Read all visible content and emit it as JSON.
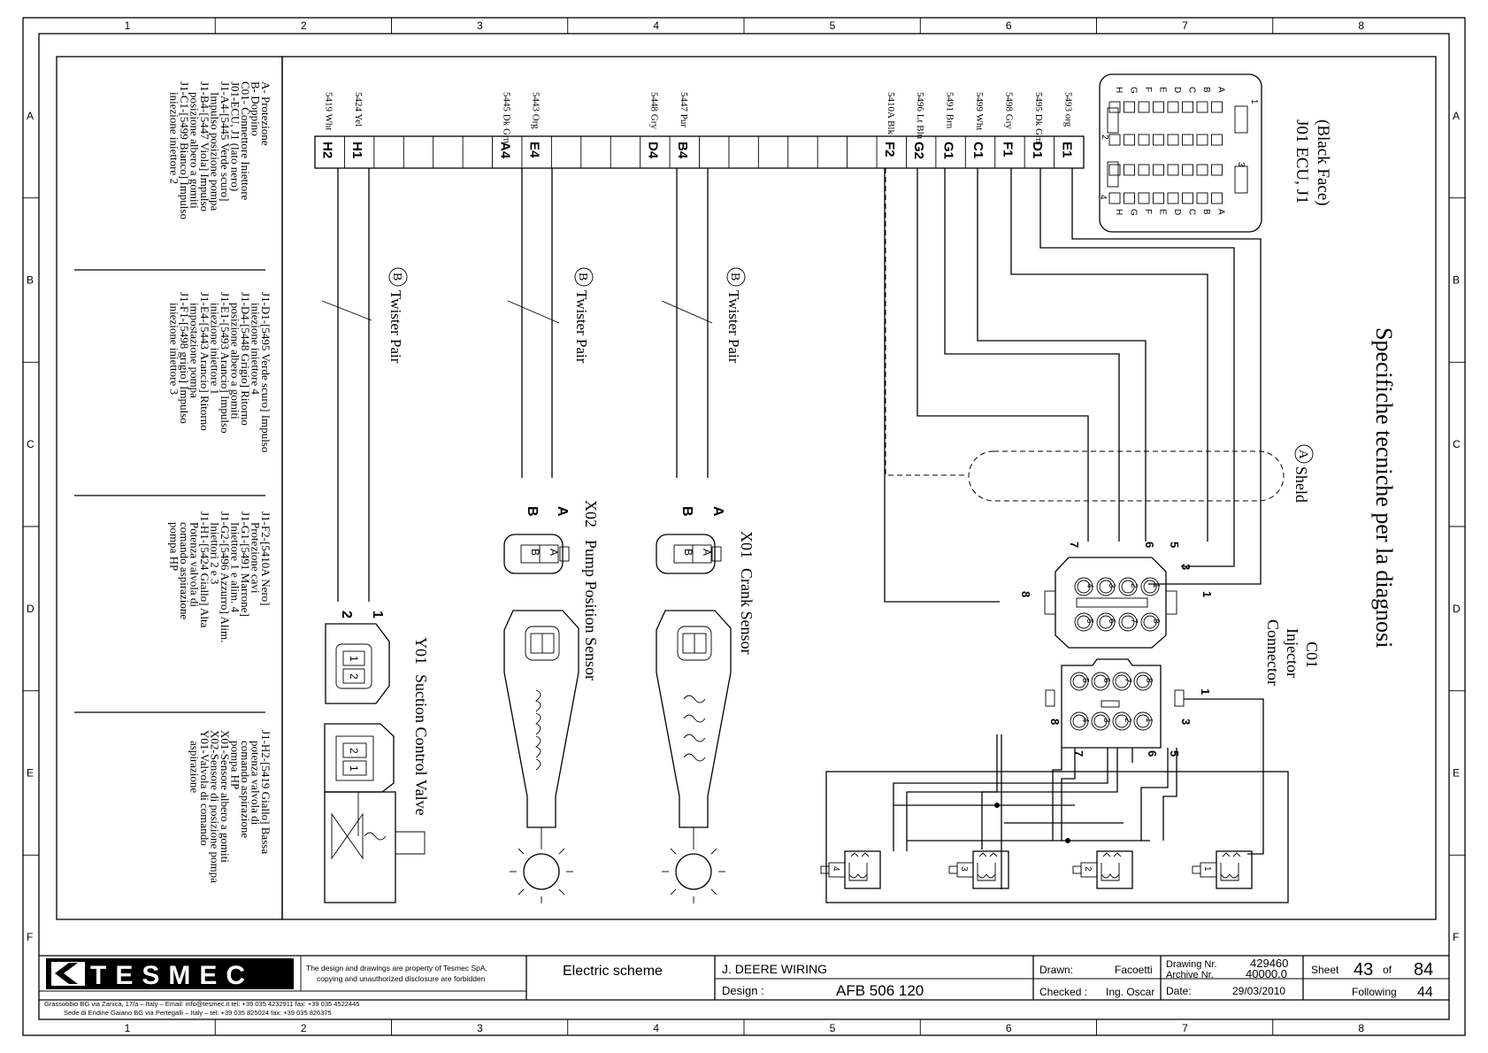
{
  "grid": {
    "columns": [
      "1",
      "2",
      "3",
      "4",
      "5",
      "6",
      "7",
      "8"
    ],
    "rows": [
      "A",
      "B",
      "C",
      "D",
      "E",
      "F"
    ]
  },
  "title": "Specifiche tecniche per la diagnosi",
  "legend_blocks": [
    [
      "A- Protezione",
      "B- Doppino",
      "C01- Connettore Iniettore",
      "J01-ECU, J1 (lato nero)",
      "J1-A4-[5445 Verde scuro]",
      "Impulso posizione pompa",
      "J1-B4-[5447 Viola] Impulso",
      "posizione albero a gomiti",
      "J1-C1-[5499 Bianco] Impulso",
      "iniezione iniettore 2"
    ],
    [
      "J1-D1-[5495 Verde scuro] Impulso",
      "iniezione iniettore 4",
      "J1-D4-[5448 Grigio] Ritorno",
      "posizione albero a gomiti",
      "J1-E1-[5493 Arancio] Impulso",
      "iniezione iniettore 1",
      "J1-E4-[5443 Arancio] Ritorno",
      "impostazione pompa",
      "J1-F1-[5498 grigio] Impulso",
      "iniezione iniettore 3"
    ],
    [
      "J1-F2-[5410A Nero]",
      "Protezione cavi",
      "J1-G1-[5491 Marrone]",
      "Iniettore 1 e alim. 4",
      "J1-G2-[5496 Azzurro] Alim.",
      "Iniettori 2 e 3",
      "J1-H1-[5424 Giallo] Alta",
      "Potenza valvola di",
      "comando aspirazione",
      "pompa HP"
    ],
    [
      "J1-H2-[5419 Giallo] Bassa",
      "potenza valvola di",
      "comando aspirazione",
      "pompa HP",
      "X01-Sensore albero a gomiti",
      "X02-Sensore di posizione pompa",
      "Y01-Valvola di comando",
      "aspirazione"
    ]
  ],
  "pins": [
    {
      "code": "H2",
      "wire": "5419 Wht"
    },
    {
      "code": "H1",
      "wire": "5424 Yel"
    },
    {
      "code": "A4",
      "wire": "5445 Dk Grn"
    },
    {
      "code": "E4",
      "wire": "5443 Org"
    },
    {
      "code": "D4",
      "wire": "5448 Gry"
    },
    {
      "code": "B4",
      "wire": "5447 Pur"
    },
    {
      "code": "F2",
      "wire": "5410A Blk"
    },
    {
      "code": "G2",
      "wire": "5496 Lt Blu"
    },
    {
      "code": "G1",
      "wire": "5491 Brn"
    },
    {
      "code": "C1",
      "wire": "5499 Wht"
    },
    {
      "code": "F1",
      "wire": "5498 Gry"
    },
    {
      "code": "D1",
      "wire": "5495 Dk Grn"
    },
    {
      "code": "E1",
      "wire": "5493 org"
    }
  ],
  "twisted_pair": {
    "badge": "B",
    "label": "Twister Pair"
  },
  "shield": {
    "badge": "A",
    "label": "Sheld"
  },
  "ecu": {
    "label1": "J01 ECU, J1",
    "label2": "(Black Face)",
    "rows": [
      "H",
      "G",
      "F",
      "E",
      "D",
      "C",
      "B",
      "A"
    ],
    "nums": [
      "1",
      "2",
      "3",
      "4"
    ]
  },
  "c01": {
    "label1": "C01",
    "label2": "Injector",
    "label3": "Connector",
    "pins": [
      "1",
      "2",
      "3",
      "4",
      "5",
      "6",
      "7",
      "8"
    ],
    "wire_nums": [
      "7",
      "6",
      "5",
      "3",
      "8",
      "1"
    ]
  },
  "x01": {
    "code": "X01",
    "name": "Crank Sensor",
    "pin_a": "A",
    "pin_b": "B",
    "lbl_b": "B",
    "lbl_a": "A"
  },
  "x02": {
    "code": "X02",
    "name": "Pump Position Sensor",
    "pin_a": "A",
    "pin_b": "B",
    "lbl_b": "B",
    "lbl_a": "A"
  },
  "y01": {
    "code": "Y01",
    "name": "Suction Control Valve",
    "pin1": "1",
    "pin2": "2",
    "p1": "1",
    "p2": "2"
  },
  "injectors": [
    "4",
    "3",
    "2",
    "1"
  ],
  "titleblock": {
    "company": "TESMEC",
    "notice1": "The design and drawings are property of Tesmec SpA,",
    "notice2": "copying and unauthorized disclosure are forbidden",
    "addr1": "Grassobbio BG via Zanica, 17/a – Italy –   Email: info@tesmec.it   tel: +39 035 4232911 fax: +39 035 4522445",
    "addr2": "Sede di Endine Gaiano BG via Pertegalli – Italy –   tel: +39 035 825024 fax: +39 035 826375",
    "scheme": "Electric scheme",
    "project": "J. DEERE WIRING",
    "design_label": "Design :",
    "design_value": "AFB 506 120",
    "drawn_label": "Drawn:",
    "drawn_value": "Facoetti",
    "checked_label": "Checked :",
    "checked_value": "Ing. Oscar",
    "drawing_nr_label": "Drawing Nr.",
    "drawing_nr": "429460",
    "archive_nr_label": "Archive Nr.",
    "archive_nr": "40000.0",
    "date_label": "Date:",
    "date": "29/03/2010",
    "sheet_label": "Sheet",
    "sheet": "43",
    "of_label": "of",
    "total": "84",
    "following_label": "Following",
    "following": "44"
  }
}
